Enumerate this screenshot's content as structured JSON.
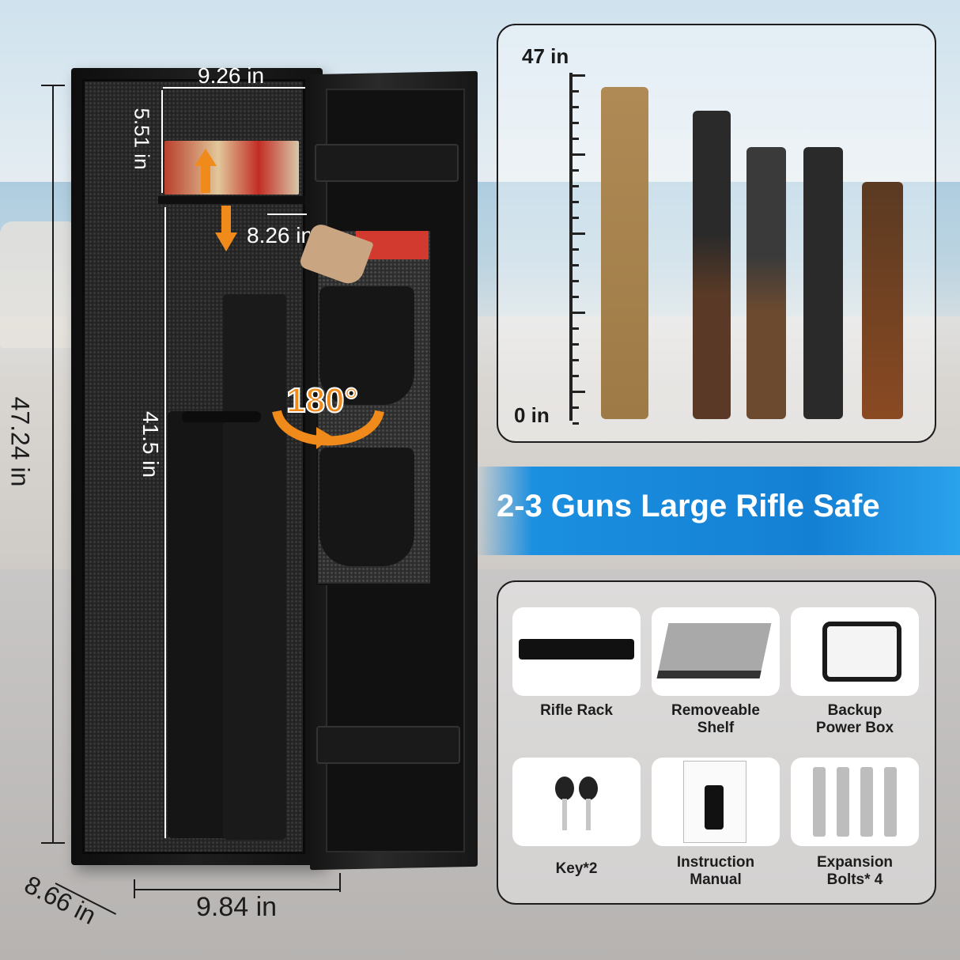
{
  "dimensions": {
    "interior_width": "9.26 in",
    "shelf_height": "5.51 in",
    "shelf_depth": "8.26 in",
    "interior_height": "41.5 in",
    "total_height": "47.24 in",
    "depth": "8.66 in",
    "width": "9.84 in"
  },
  "rotation_label": "180°",
  "ruler": {
    "top_label": "47 in",
    "bottom_label": "0 in"
  },
  "headline": "2-3 Guns Large Rifle Safe",
  "accessories": [
    {
      "label_line1": "Rifle Rack",
      "label_line2": "",
      "icon": "rifle-rack-icon"
    },
    {
      "label_line1": "Removeable",
      "label_line2": "Shelf",
      "icon": "shelf-icon"
    },
    {
      "label_line1": "Backup",
      "label_line2": "Power Box",
      "icon": "power-box-icon"
    },
    {
      "label_line1": "Key*2",
      "label_line2": "",
      "icon": "key-icon"
    },
    {
      "label_line1": "Instruction",
      "label_line2": "Manual",
      "icon": "manual-icon"
    },
    {
      "label_line1": "Expansion",
      "label_line2": "Bolts* 4",
      "icon": "bolts-icon"
    }
  ],
  "colors": {
    "accent_orange": "#f08a1a",
    "banner_blue": "#1b8fe0"
  }
}
